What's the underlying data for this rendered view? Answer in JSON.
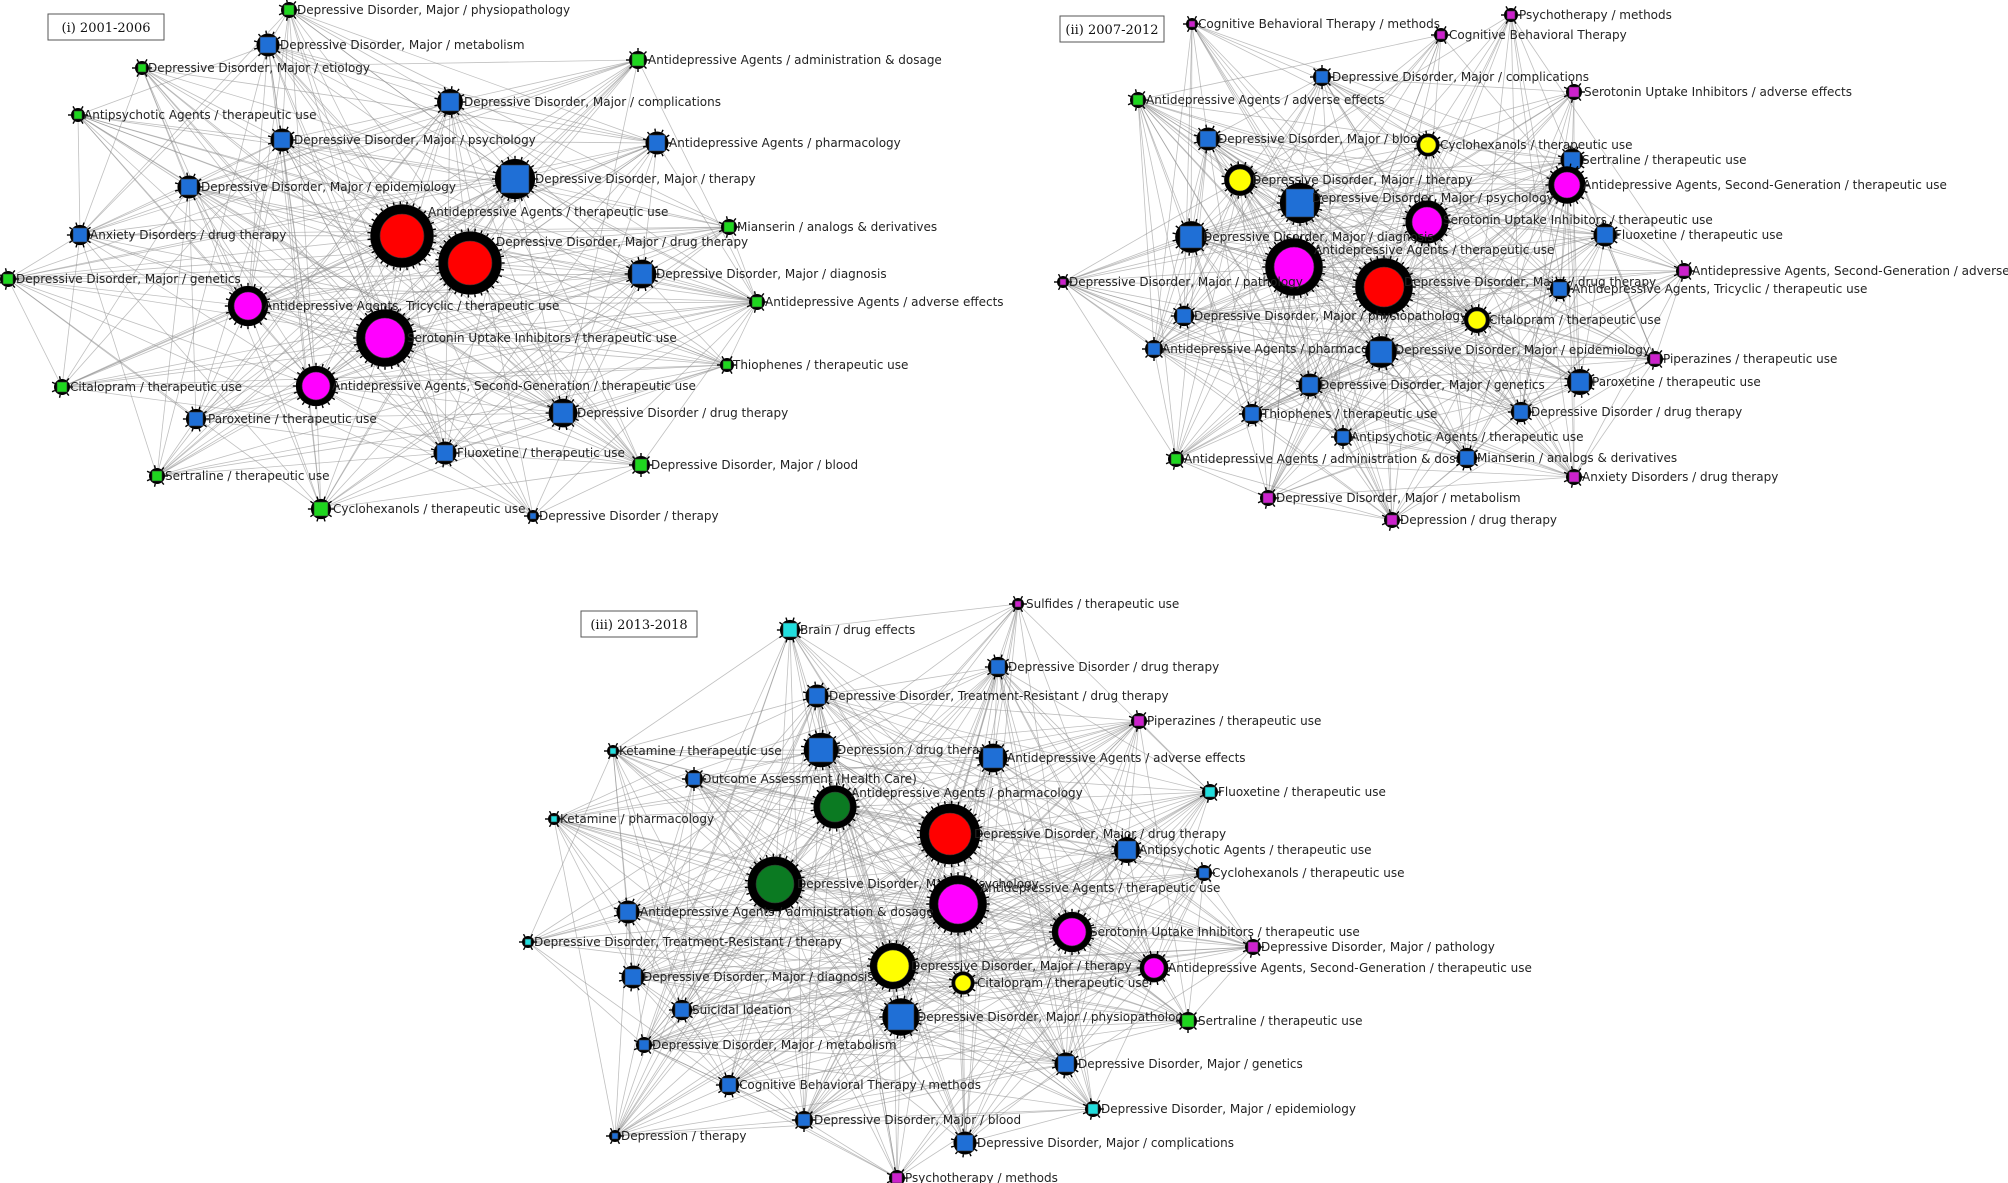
{
  "colors": {
    "red": "#ff0000",
    "magenta": "#ff00ff",
    "blue": "#1f6fd6",
    "green": "#1fd61f",
    "darkgreen": "#0b7a22",
    "yellow": "#ffff00",
    "cyan": "#22dddd",
    "purple": "#cc22cc",
    "edge": "#8c8c8c",
    "halo": "#000000"
  },
  "panels": [
    {
      "title": "(i) 2001-2006",
      "nodes": [
        {
          "label": "Depressive Disorder, Major / physiopathology",
          "shape": "square",
          "color": "green",
          "size": 10
        },
        {
          "label": "Depressive Disorder, Major / metabolism",
          "shape": "square",
          "color": "blue",
          "size": 16
        },
        {
          "label": "Depressive Disorder, Major / etiology",
          "shape": "square",
          "color": "green",
          "size": 8
        },
        {
          "label": "Antidepressive Agents / administration & dosage",
          "shape": "square",
          "color": "green",
          "size": 12
        },
        {
          "label": "Antipsychotic Agents / therapeutic use",
          "shape": "square",
          "color": "green",
          "size": 8
        },
        {
          "label": "Depressive Disorder, Major / complications",
          "shape": "square",
          "color": "blue",
          "size": 18
        },
        {
          "label": "Depressive Disorder, Major / psychology",
          "shape": "square",
          "color": "blue",
          "size": 16
        },
        {
          "label": "Antidepressive Agents / pharmacology",
          "shape": "square",
          "color": "blue",
          "size": 16
        },
        {
          "label": "Depressive Disorder, Major / epidemiology",
          "shape": "square",
          "color": "blue",
          "size": 16
        },
        {
          "label": "Depressive Disorder, Major / therapy",
          "shape": "square",
          "color": "blue",
          "size": 28
        },
        {
          "label": "Anxiety Disorders / drug therapy",
          "shape": "square",
          "color": "blue",
          "size": 14
        },
        {
          "label": "Antidepressive Agents / therapeutic use",
          "shape": "circle",
          "color": "red",
          "size": 44
        },
        {
          "label": "Mianserin / analogs & derivatives",
          "shape": "square",
          "color": "green",
          "size": 10
        },
        {
          "label": "Depressive Disorder, Major / drug therapy",
          "shape": "circle",
          "color": "red",
          "size": 44
        },
        {
          "label": "Depressive Disorder, Major / genetics",
          "shape": "square",
          "color": "green",
          "size": 10
        },
        {
          "label": "Depressive Disorder, Major / diagnosis",
          "shape": "square",
          "color": "blue",
          "size": 20
        },
        {
          "label": "Antidepressive Agents, Tricyclic / therapeutic use",
          "shape": "circle",
          "color": "magenta",
          "size": 28
        },
        {
          "label": "Antidepressive Agents / adverse effects",
          "shape": "square",
          "color": "green",
          "size": 10
        },
        {
          "label": "Serotonin Uptake Inhibitors / therapeutic use",
          "shape": "circle",
          "color": "magenta",
          "size": 40
        },
        {
          "label": "Thiophenes / therapeutic use",
          "shape": "square",
          "color": "green",
          "size": 8
        },
        {
          "label": "Citalopram / therapeutic use",
          "shape": "square",
          "color": "green",
          "size": 10
        },
        {
          "label": "Antidepressive Agents, Second-Generation / therapeutic use",
          "shape": "circle",
          "color": "magenta",
          "size": 28
        },
        {
          "label": "Paroxetine / therapeutic use",
          "shape": "square",
          "color": "blue",
          "size": 14
        },
        {
          "label": "Depressive Disorder / drug therapy",
          "shape": "square",
          "color": "blue",
          "size": 20
        },
        {
          "label": "Fluoxetine / therapeutic use",
          "shape": "square",
          "color": "blue",
          "size": 16
        },
        {
          "label": "Sertraline / therapeutic use",
          "shape": "square",
          "color": "green",
          "size": 10
        },
        {
          "label": "Depressive Disorder, Major / blood",
          "shape": "square",
          "color": "green",
          "size": 12
        },
        {
          "label": "Cyclohexanols / therapeutic use",
          "shape": "square",
          "color": "green",
          "size": 14
        },
        {
          "label": "Depressive Disorder / therapy",
          "shape": "square",
          "color": "blue",
          "size": 6
        }
      ]
    },
    {
      "title": "(ii) 2007-2012",
      "nodes": [
        {
          "label": "Cognitive Behavioral Therapy / methods",
          "shape": "square",
          "color": "purple",
          "size": 6
        },
        {
          "label": "Psychotherapy / methods",
          "shape": "square",
          "color": "purple",
          "size": 8
        },
        {
          "label": "Cognitive Behavioral Therapy",
          "shape": "square",
          "color": "purple",
          "size": 8
        },
        {
          "label": "Depressive Disorder, Major / complications",
          "shape": "square",
          "color": "blue",
          "size": 12
        },
        {
          "label": "Serotonin Uptake Inhibitors / adverse effects",
          "shape": "square",
          "color": "purple",
          "size": 10
        },
        {
          "label": "Antidepressive Agents / adverse effects",
          "shape": "square",
          "color": "green",
          "size": 10
        },
        {
          "label": "Depressive Disorder, Major / blood",
          "shape": "square",
          "color": "blue",
          "size": 16
        },
        {
          "label": "Cyclohexanols / therapeutic use",
          "shape": "circle",
          "color": "yellow",
          "size": 16
        },
        {
          "label": "Sertraline / therapeutic use",
          "shape": "square",
          "color": "blue",
          "size": 16
        },
        {
          "label": "Depressive Disorder, Major / therapy",
          "shape": "circle",
          "color": "yellow",
          "size": 22
        },
        {
          "label": "Antidepressive Agents, Second-Generation / therapeutic use",
          "shape": "circle",
          "color": "magenta",
          "size": 26
        },
        {
          "label": "Depressive Disorder, Major / psychology",
          "shape": "square",
          "color": "blue",
          "size": 28
        },
        {
          "label": "Serotonin Uptake Inhibitors / therapeutic use",
          "shape": "circle",
          "color": "magenta",
          "size": 30
        },
        {
          "label": "Depressive Disorder, Major / diagnosis",
          "shape": "square",
          "color": "blue",
          "size": 22
        },
        {
          "label": "Fluoxetine / therapeutic use",
          "shape": "square",
          "color": "blue",
          "size": 16
        },
        {
          "label": "Antidepressive Agents / therapeutic use",
          "shape": "circle",
          "color": "magenta",
          "size": 40
        },
        {
          "label": "Depressive Disorder, Major / drug therapy",
          "shape": "circle",
          "color": "red",
          "size": 40
        },
        {
          "label": "Antidepressive Agents, Second-Generation / adverse effects",
          "shape": "square",
          "color": "purple",
          "size": 10
        },
        {
          "label": "Depressive Disorder, Major / pathology",
          "shape": "square",
          "color": "purple",
          "size": 6
        },
        {
          "label": "Antidepressive Agents, Tricyclic / therapeutic use",
          "shape": "square",
          "color": "blue",
          "size": 14
        },
        {
          "label": "Depressive Disorder, Major / physiopathology",
          "shape": "square",
          "color": "blue",
          "size": 14
        },
        {
          "label": "Citalopram / therapeutic use",
          "shape": "circle",
          "color": "yellow",
          "size": 18
        },
        {
          "label": "Antidepressive Agents / pharmacology",
          "shape": "square",
          "color": "blue",
          "size": 12
        },
        {
          "label": "Depressive Disorder, Major / epidemiology",
          "shape": "square",
          "color": "blue",
          "size": 22
        },
        {
          "label": "Piperazines / therapeutic use",
          "shape": "square",
          "color": "purple",
          "size": 10
        },
        {
          "label": "Depressive Disorder, Major / genetics",
          "shape": "square",
          "color": "blue",
          "size": 16
        },
        {
          "label": "Paroxetine / therapeutic use",
          "shape": "square",
          "color": "blue",
          "size": 18
        },
        {
          "label": "Thiophenes / therapeutic use",
          "shape": "square",
          "color": "blue",
          "size": 14
        },
        {
          "label": "Depressive Disorder / drug therapy",
          "shape": "square",
          "color": "blue",
          "size": 14
        },
        {
          "label": "Antipsychotic Agents / therapeutic use",
          "shape": "square",
          "color": "blue",
          "size": 12
        },
        {
          "label": "Antidepressive Agents / administration & dosage",
          "shape": "square",
          "color": "green",
          "size": 10
        },
        {
          "label": "Mianserin / analogs & derivatives",
          "shape": "square",
          "color": "blue",
          "size": 14
        },
        {
          "label": "Anxiety Disorders / drug therapy",
          "shape": "square",
          "color": "purple",
          "size": 10
        },
        {
          "label": "Depressive Disorder, Major / metabolism",
          "shape": "square",
          "color": "purple",
          "size": 10
        },
        {
          "label": "Depression / drug therapy",
          "shape": "square",
          "color": "purple",
          "size": 10
        }
      ]
    },
    {
      "title": "(iii) 2013-2018",
      "nodes": [
        {
          "label": "Sulfides / therapeutic use",
          "shape": "square",
          "color": "purple",
          "size": 6
        },
        {
          "label": "Brain / drug effects",
          "shape": "square",
          "color": "cyan",
          "size": 14
        },
        {
          "label": "Depressive Disorder / drug therapy",
          "shape": "square",
          "color": "blue",
          "size": 14
        },
        {
          "label": "Depressive Disorder, Treatment-Resistant / drug therapy",
          "shape": "square",
          "color": "blue",
          "size": 16
        },
        {
          "label": "Piperazines / therapeutic use",
          "shape": "square",
          "color": "purple",
          "size": 10
        },
        {
          "label": "Ketamine / therapeutic use",
          "shape": "square",
          "color": "cyan",
          "size": 6
        },
        {
          "label": "Depression / drug therapy",
          "shape": "square",
          "color": "blue",
          "size": 24
        },
        {
          "label": "Antidepressive Agents / adverse effects",
          "shape": "square",
          "color": "blue",
          "size": 20
        },
        {
          "label": "Outcome Assessment (Health Care)",
          "shape": "square",
          "color": "blue",
          "size": 12
        },
        {
          "label": "Fluoxetine / therapeutic use",
          "shape": "square",
          "color": "cyan",
          "size": 10
        },
        {
          "label": "Antidepressive Agents / pharmacology",
          "shape": "circle",
          "color": "darkgreen",
          "size": 30
        },
        {
          "label": "Ketamine / pharmacology",
          "shape": "square",
          "color": "cyan",
          "size": 6
        },
        {
          "label": "Depressive Disorder, Major / drug therapy",
          "shape": "circle",
          "color": "red",
          "size": 42
        },
        {
          "label": "Antipsychotic Agents / therapeutic use",
          "shape": "square",
          "color": "blue",
          "size": 18
        },
        {
          "label": "Depressive Disorder, Major / psychology",
          "shape": "circle",
          "color": "darkgreen",
          "size": 38
        },
        {
          "label": "Cyclohexanols / therapeutic use",
          "shape": "square",
          "color": "blue",
          "size": 10
        },
        {
          "label": "Antidepressive Agents / therapeutic use",
          "shape": "circle",
          "color": "magenta",
          "size": 40
        },
        {
          "label": "Antidepressive Agents / administration & dosage",
          "shape": "square",
          "color": "blue",
          "size": 16
        },
        {
          "label": "Serotonin Uptake Inhibitors / therapeutic use",
          "shape": "circle",
          "color": "magenta",
          "size": 28
        },
        {
          "label": "Depressive Disorder, Treatment-Resistant / therapy",
          "shape": "square",
          "color": "cyan",
          "size": 6
        },
        {
          "label": "Depressive Disorder, Major / pathology",
          "shape": "square",
          "color": "purple",
          "size": 10
        },
        {
          "label": "Antidepressive Agents, Second-Generation / therapeutic use",
          "shape": "circle",
          "color": "magenta",
          "size": 20
        },
        {
          "label": "Depressive Disorder, Major / therapy",
          "shape": "circle",
          "color": "yellow",
          "size": 32
        },
        {
          "label": "Depressive Disorder, Major / diagnosis",
          "shape": "square",
          "color": "blue",
          "size": 16
        },
        {
          "label": "Citalopram / therapeutic use",
          "shape": "circle",
          "color": "yellow",
          "size": 16
        },
        {
          "label": "Suicidal Ideation",
          "shape": "square",
          "color": "blue",
          "size": 14
        },
        {
          "label": "Depressive Disorder, Major / physiopathology",
          "shape": "square",
          "color": "blue",
          "size": 26
        },
        {
          "label": "Sertraline / therapeutic use",
          "shape": "square",
          "color": "green",
          "size": 12
        },
        {
          "label": "Depressive Disorder, Major / metabolism",
          "shape": "square",
          "color": "blue",
          "size": 10
        },
        {
          "label": "Depressive Disorder, Major / genetics",
          "shape": "square",
          "color": "blue",
          "size": 16
        },
        {
          "label": "Cognitive Behavioral Therapy / methods",
          "shape": "square",
          "color": "blue",
          "size": 14
        },
        {
          "label": "Depressive Disorder, Major / epidemiology",
          "shape": "square",
          "color": "cyan",
          "size": 10
        },
        {
          "label": "Depression / therapy",
          "shape": "square",
          "color": "blue",
          "size": 6
        },
        {
          "label": "Depressive Disorder, Major / blood",
          "shape": "square",
          "color": "blue",
          "size": 12
        },
        {
          "label": "Depressive Disorder, Major / complications",
          "shape": "square",
          "color": "blue",
          "size": 16
        },
        {
          "label": "Psychotherapy / methods",
          "shape": "square",
          "color": "purple",
          "size": 10
        }
      ]
    }
  ]
}
